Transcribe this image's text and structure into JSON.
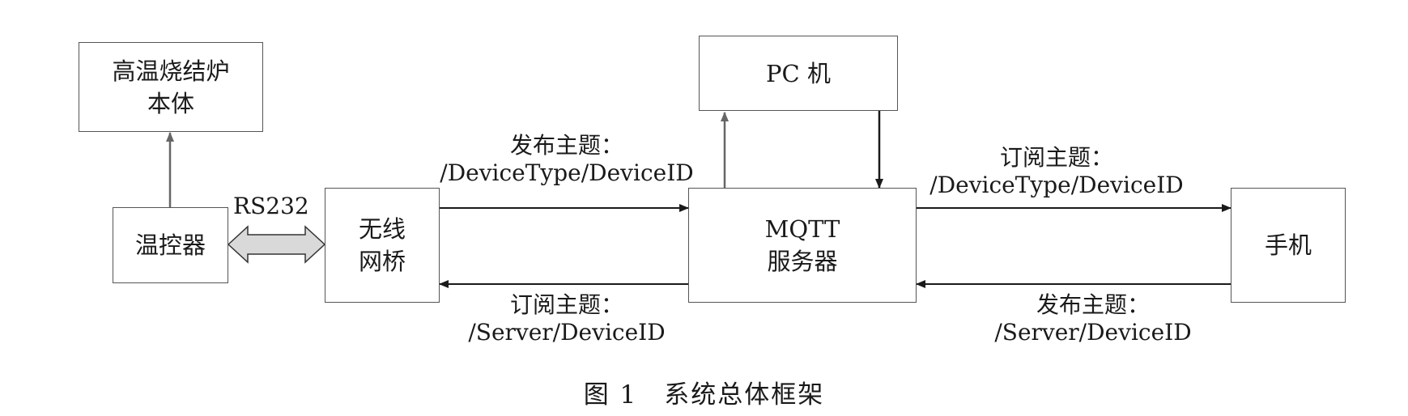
{
  "nodes": {
    "furnace": {
      "line1": "高温烧结炉",
      "line2": "本体"
    },
    "controller": {
      "label": "温控器"
    },
    "bridge": {
      "line1": "无线",
      "line2": "网桥"
    },
    "pc": {
      "label": "PC 机"
    },
    "mqtt": {
      "line1": "MQTT",
      "line2": "服务器"
    },
    "phone": {
      "label": "手机"
    }
  },
  "links": {
    "rs232": "RS232",
    "bridge_publish": {
      "title": "发布主题：",
      "topic": "/DeviceType/DeviceID"
    },
    "bridge_subscribe": {
      "title": "订阅主题：",
      "topic": "/Server/DeviceID"
    },
    "phone_subscribe": {
      "title": "订阅主题：",
      "topic": "/DeviceType/DeviceID"
    },
    "phone_publish": {
      "title": "发布主题：",
      "topic": "/Server/DeviceID"
    }
  },
  "caption": "图 1　系统总体框架",
  "colors": {
    "line": "#1a1a1a",
    "gray_line": "#666666",
    "double_arrow_fill": "#d9d9d9"
  }
}
